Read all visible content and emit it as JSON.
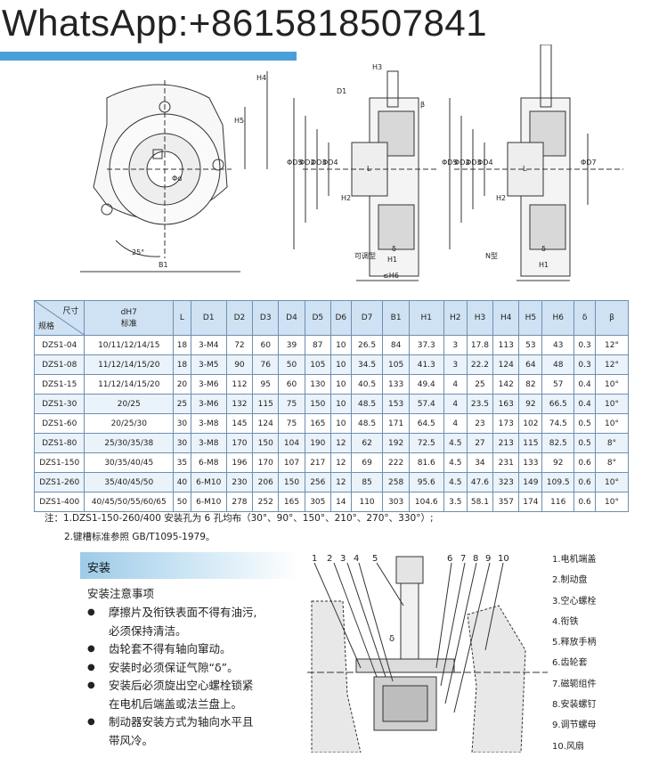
{
  "watermark": "WhatsApp:+8615818507841",
  "drawing_labels": {
    "front": [
      "H4",
      "H5",
      "Φd",
      "25°",
      "B1"
    ],
    "side_adjustable": [
      "H3",
      "D1",
      "ΦD5",
      "ΦD2",
      "ΦD3",
      "ΦD4",
      "L",
      "H2",
      "δ",
      "H1",
      "β",
      "≤H6"
    ],
    "side_adjustable_caption": "可调型",
    "side_n": [
      "ΦD5",
      "ΦD2",
      "ΦD3",
      "ΦD4",
      "ΦD7",
      "L",
      "H2",
      "δ",
      "H1"
    ],
    "side_n_caption": "N型"
  },
  "table": {
    "corner_top": "尺寸",
    "corner_bottom": "规格",
    "dh7_top": "dH7",
    "dh7_bottom": "标准",
    "columns": [
      "L",
      "D1",
      "D2",
      "D3",
      "D4",
      "D5",
      "D6",
      "D7",
      "B1",
      "H1",
      "H2",
      "H3",
      "H4",
      "H5",
      "H6",
      "δ",
      "β"
    ],
    "rows": [
      [
        "DZS1-04",
        "10/11/12/14/15",
        "18",
        "3-M4",
        "72",
        "60",
        "39",
        "87",
        "10",
        "26.5",
        "84",
        "37.3",
        "3",
        "17.8",
        "113",
        "53",
        "43",
        "0.3",
        "12°"
      ],
      [
        "DZS1-08",
        "11/12/14/15/20",
        "18",
        "3-M5",
        "90",
        "76",
        "50",
        "105",
        "10",
        "34.5",
        "105",
        "41.3",
        "3",
        "22.2",
        "124",
        "64",
        "48",
        "0.3",
        "12°"
      ],
      [
        "DZS1-15",
        "11/12/14/15/20",
        "20",
        "3-M6",
        "112",
        "95",
        "60",
        "130",
        "10",
        "40.5",
        "133",
        "49.4",
        "4",
        "25",
        "142",
        "82",
        "57",
        "0.4",
        "10°"
      ],
      [
        "DZS1-30",
        "20/25",
        "25",
        "3-M6",
        "132",
        "115",
        "75",
        "150",
        "10",
        "48.5",
        "153",
        "57.4",
        "4",
        "23.5",
        "163",
        "92",
        "66.5",
        "0.4",
        "10°"
      ],
      [
        "DZS1-60",
        "20/25/30",
        "30",
        "3-M8",
        "145",
        "124",
        "75",
        "165",
        "10",
        "48.5",
        "171",
        "64.5",
        "4",
        "23",
        "173",
        "102",
        "74.5",
        "0.5",
        "10°"
      ],
      [
        "DZS1-80",
        "25/30/35/38",
        "30",
        "3-M8",
        "170",
        "150",
        "104",
        "190",
        "12",
        "62",
        "192",
        "72.5",
        "4.5",
        "27",
        "213",
        "115",
        "82.5",
        "0.5",
        "8°"
      ],
      [
        "DZS1-150",
        "30/35/40/45",
        "35",
        "6-M8",
        "196",
        "170",
        "107",
        "217",
        "12",
        "69",
        "222",
        "81.6",
        "4.5",
        "34",
        "231",
        "133",
        "92",
        "0.6",
        "8°"
      ],
      [
        "DZS1-260",
        "35/40/45/50",
        "40",
        "6-M10",
        "230",
        "206",
        "150",
        "256",
        "12",
        "85",
        "258",
        "95.6",
        "4.5",
        "47.6",
        "323",
        "149",
        "109.5",
        "0.6",
        "10°"
      ],
      [
        "DZS1-400",
        "40/45/50/55/60/65",
        "50",
        "6-M10",
        "278",
        "252",
        "165",
        "305",
        "14",
        "110",
        "303",
        "104.6",
        "3.5",
        "58.1",
        "357",
        "174",
        "116",
        "0.6",
        "10°"
      ]
    ]
  },
  "notes": [
    "注：1.DZS1-150-260/400 安装孔为 6 孔均布（30°、90°、150°、210°、270°、330°）;",
    "2.键槽标准参照 GB/T1095-1979。"
  ],
  "install": {
    "title": "安装",
    "subtitle": "安装注意事项",
    "bullets": [
      [
        "摩擦片及衔铁表面不得有油污,",
        "必须保持清洁。"
      ],
      [
        "齿轮套不得有轴向窜动。"
      ],
      [
        "安装时必须保证气隙“δ”。"
      ],
      [
        "安装后必须旋出空心螺栓锁紧",
        "在电机后端盖或法兰盘上。"
      ],
      [
        "制动器安装方式为轴向水平且",
        "带风冷。"
      ]
    ],
    "drawing_numbers": [
      "1",
      "2",
      "3",
      "4",
      "5",
      "6",
      "7",
      "8",
      "9",
      "10"
    ],
    "drawing_delta": "δ",
    "parts": [
      "1.电机端盖",
      "2.制动盘",
      "3.空心螺栓",
      "4.衔铁",
      "5.释放手柄",
      "6.齿轮套",
      "7.磁轭组件",
      "8.安装螺钉",
      "9.调节螺母",
      "10.风扇"
    ]
  }
}
